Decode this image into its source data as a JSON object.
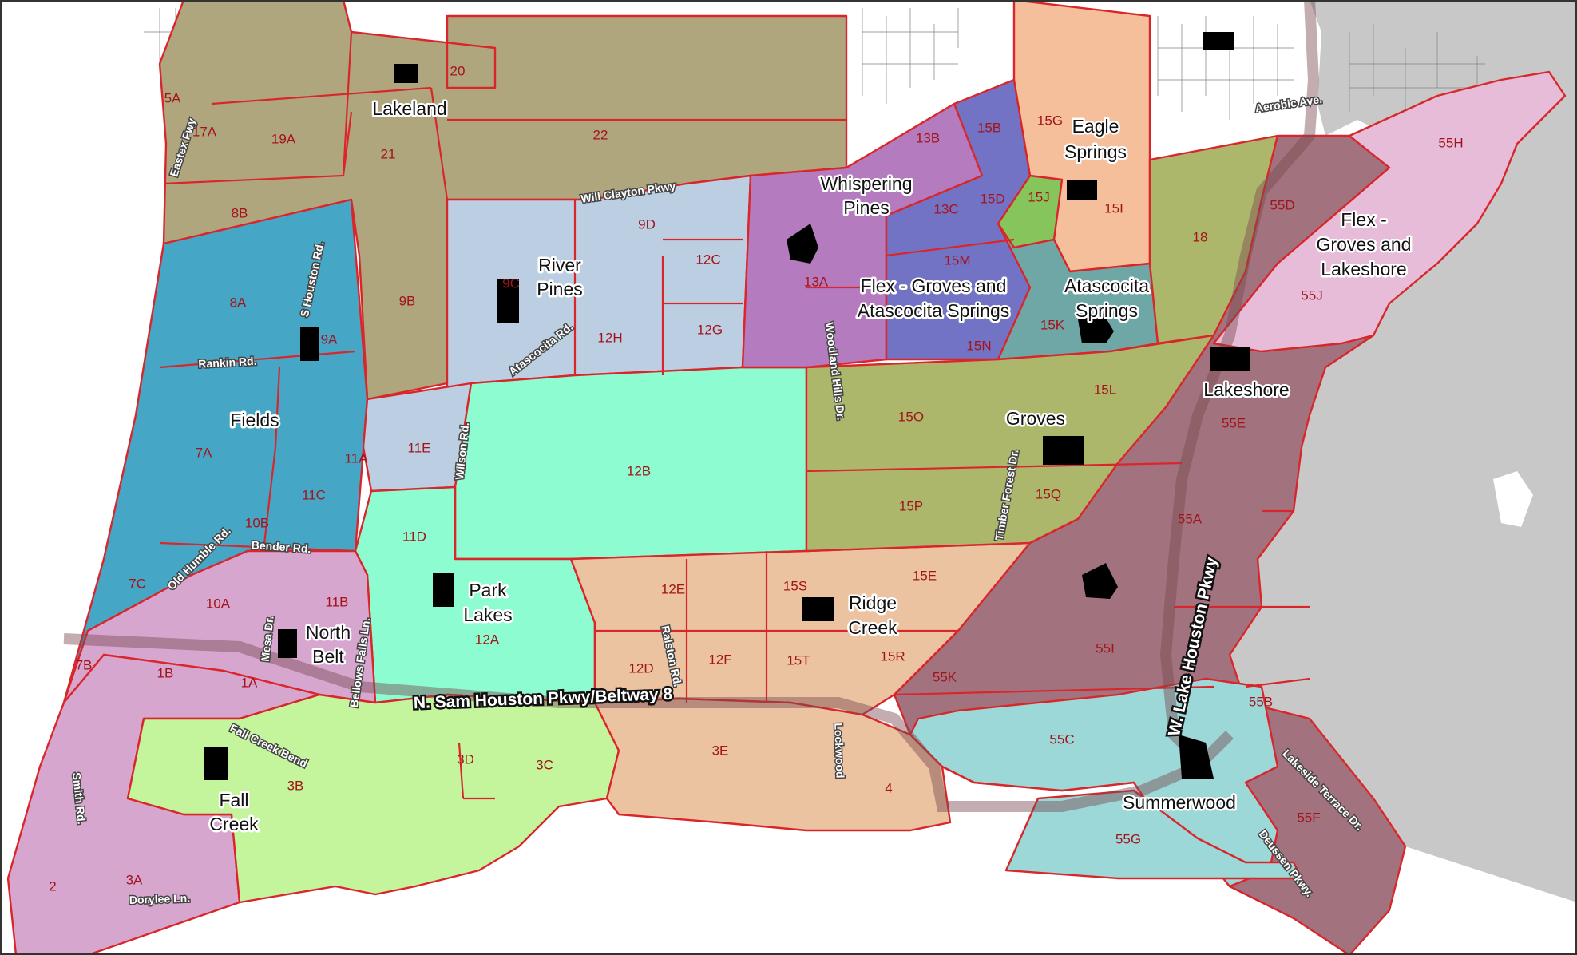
{
  "colors": {
    "water": "#c8c8c8",
    "boundary": "#d9262b",
    "school": "#000000",
    "zones": {
      "ng": "#b0a67e",
      "bl": "#45a6c6",
      "lb": "#bccfe2",
      "mg": "#8dfcd0",
      "pk": "#d7a6cf",
      "lg": "#c4f59c",
      "tn": "#ecc3a1",
      "pu": "#b57bbf",
      "vi": "#7373c6",
      "pe": "#f6bf9b",
      "gr": "#85c55b",
      "tl": "#6fa7a6",
      "ol": "#adb76c",
      "mv": "#a2737f",
      "lp": "#e6bcd8",
      "lt": "#9cd8d8"
    }
  },
  "icons": {
    "school": "school-building-icon"
  },
  "zones": [
    {
      "code": "5A",
      "color": "ng"
    },
    {
      "code": "17A",
      "color": "ng"
    },
    {
      "code": "19A",
      "color": "ng"
    },
    {
      "code": "20",
      "color": "ng"
    },
    {
      "code": "21",
      "color": "ng"
    },
    {
      "code": "22",
      "color": "ng"
    },
    {
      "code": "8B",
      "color": "ng"
    },
    {
      "code": "9B",
      "color": "ng"
    },
    {
      "code": "8A",
      "color": "bl"
    },
    {
      "code": "9A",
      "color": "bl"
    },
    {
      "code": "7A",
      "color": "bl"
    },
    {
      "code": "11C",
      "color": "bl"
    },
    {
      "code": "10B",
      "color": "bl"
    },
    {
      "code": "7C",
      "color": "bl"
    },
    {
      "code": "7B",
      "color": "bl"
    },
    {
      "code": "9C",
      "color": "lb"
    },
    {
      "code": "9D",
      "color": "lb"
    },
    {
      "code": "12C",
      "color": "lb"
    },
    {
      "code": "12H",
      "color": "lb"
    },
    {
      "code": "12G",
      "color": "lb"
    },
    {
      "code": "11E",
      "color": "lb"
    },
    {
      "code": "11A",
      "color": "lb"
    },
    {
      "code": "12B",
      "color": "mg"
    },
    {
      "code": "11D",
      "color": "mg"
    },
    {
      "code": "12A",
      "color": "mg"
    },
    {
      "code": "10A",
      "color": "pk"
    },
    {
      "code": "11B",
      "color": "pk"
    },
    {
      "code": "1B",
      "color": "pk"
    },
    {
      "code": "1A",
      "color": "pk"
    },
    {
      "code": "3A",
      "color": "pk"
    },
    {
      "code": "2",
      "color": "pk"
    },
    {
      "code": "3B",
      "color": "lg"
    },
    {
      "code": "3D",
      "color": "lg"
    },
    {
      "code": "3C",
      "color": "lg"
    },
    {
      "code": "12E",
      "color": "tn"
    },
    {
      "code": "12D",
      "color": "tn"
    },
    {
      "code": "12F",
      "color": "tn"
    },
    {
      "code": "15S",
      "color": "tn"
    },
    {
      "code": "15T",
      "color": "tn"
    },
    {
      "code": "15E",
      "color": "tn"
    },
    {
      "code": "15R",
      "color": "tn"
    },
    {
      "code": "3E",
      "color": "tn"
    },
    {
      "code": "4",
      "color": "tn"
    },
    {
      "code": "13A",
      "color": "pu"
    },
    {
      "code": "13B",
      "color": "pu"
    },
    {
      "code": "13C",
      "color": "pu"
    },
    {
      "code": "15B",
      "color": "vi"
    },
    {
      "code": "15D",
      "color": "vi"
    },
    {
      "code": "15M",
      "color": "vi"
    },
    {
      "code": "15N",
      "color": "vi"
    },
    {
      "code": "15G",
      "color": "pe"
    },
    {
      "code": "15I",
      "color": "pe"
    },
    {
      "code": "15J",
      "color": "gr"
    },
    {
      "code": "15K",
      "color": "tl"
    },
    {
      "code": "18",
      "color": "ol"
    },
    {
      "code": "15O",
      "color": "ol"
    },
    {
      "code": "15L",
      "color": "ol"
    },
    {
      "code": "15P",
      "color": "ol"
    },
    {
      "code": "15Q",
      "color": "ol"
    },
    {
      "code": "55D",
      "color": "mv"
    },
    {
      "code": "55E",
      "color": "mv"
    },
    {
      "code": "55A",
      "color": "mv"
    },
    {
      "code": "55I",
      "color": "mv"
    },
    {
      "code": "55K",
      "color": "mv"
    },
    {
      "code": "55B",
      "color": "mv"
    },
    {
      "code": "55F",
      "color": "mv"
    },
    {
      "code": "55H",
      "color": "lp"
    },
    {
      "code": "55J",
      "color": "lp"
    },
    {
      "code": "55C",
      "color": "lt"
    },
    {
      "code": "55G",
      "color": "lt"
    }
  ],
  "areas": {
    "lakeland": "Lakeland",
    "river_pines_1": "River",
    "river_pines_2": "Pines",
    "whispering_pines_1": "Whispering",
    "whispering_pines_2": "Pines",
    "eagle_springs_1": "Eagle",
    "eagle_springs_2": "Springs",
    "flex_groves_atascocita_1": "Flex - Groves and",
    "flex_groves_atascocita_2": "Atascocita Springs",
    "atascocita_springs_1": "Atascocita",
    "atascocita_springs_2": "Springs",
    "flex_groves_lakeshore_1": "Flex -",
    "flex_groves_lakeshore_2": "Groves and",
    "flex_groves_lakeshore_3": "Lakeshore",
    "lakeshore": "Lakeshore",
    "fields": "Fields",
    "groves": "Groves",
    "park_lakes_1": "Park",
    "park_lakes_2": "Lakes",
    "ridge_creek_1": "Ridge",
    "ridge_creek_2": "Creek",
    "north_belt_1": "North",
    "north_belt_2": "Belt",
    "fall_creek_1": "Fall",
    "fall_creek_2": "Creek",
    "summerwood": "Summerwood"
  },
  "roads": {
    "eastex": "Eastex Fwy",
    "s_houston": "S Houston Rd.",
    "rankin": "Rankin Rd.",
    "will_clayton": "Will Clayton Pkwy",
    "atascocita": "Atascocita Rd.",
    "woodland_hills": "Woodland Hills Dr.",
    "aerobic": "Aerobic Ave.",
    "wilson": "Wilson Rd.",
    "old_humble": "Old Humble Rd.",
    "bender": "Bender Rd.",
    "mesa": "Mesa Dr.",
    "bellows_falls": "Bellows Falls Ln.",
    "ralston": "Ralston Rd.",
    "timber_forest": "Timber Forest Dr.",
    "lockwood": "Lockwood",
    "fall_creek_bend": "Fall Creek Bend",
    "smith": "Smith Rd.",
    "dorylee": "Dorylee Ln.",
    "beltway": "N. Sam Houston Pkwy/Beltway 8",
    "w_lake_houston": "W. Lake Houston Pkwy",
    "lakeside_terrace": "Lakeside Terrace Dr.",
    "deussen": "Deussen Pkwy."
  }
}
